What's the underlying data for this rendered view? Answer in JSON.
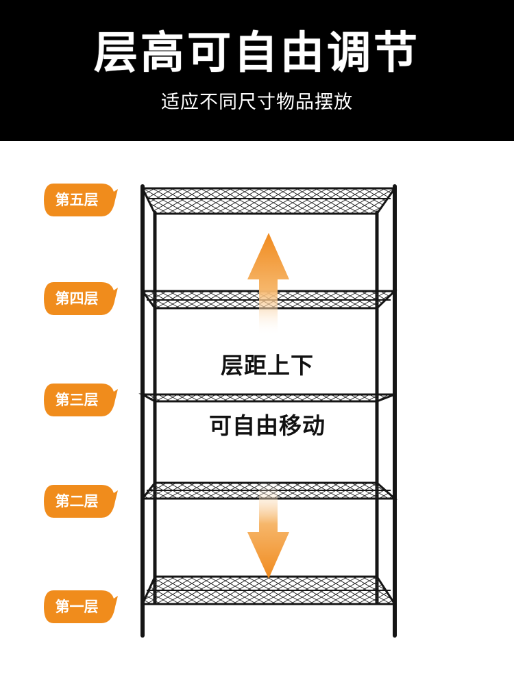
{
  "header": {
    "title": "层高可自由调节",
    "subtitle": "适应不同尺寸物品摆放"
  },
  "levels": [
    "第五层",
    "第四层",
    "第三层",
    "第二层",
    "第一层"
  ],
  "caption": {
    "line1": "层距上下",
    "line2": "可自由移动"
  },
  "colors": {
    "header_bg": "#000000",
    "badge": "#f08c1c",
    "arrow": "#f39a2e",
    "shelf": "#1a1a1a"
  },
  "icons": [
    "up-arrow-icon",
    "down-arrow-icon"
  ]
}
